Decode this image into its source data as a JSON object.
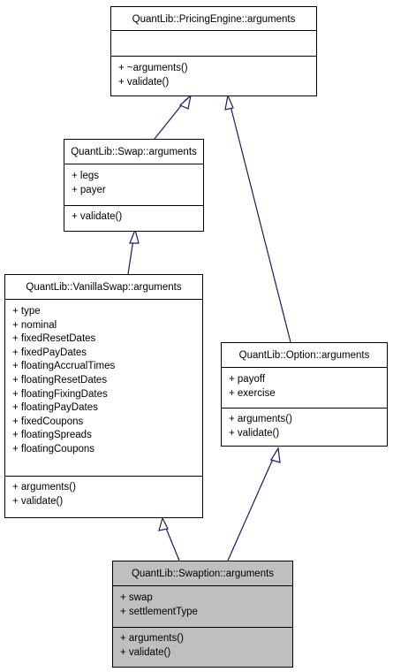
{
  "colors": {
    "edge": "#191970",
    "box_border": "#000000",
    "highlight_fill": "#bfbfbf"
  },
  "classes": {
    "pricing_engine": {
      "name": "QuantLib::PricingEngine::arguments",
      "attributes": [],
      "methods": [
        "+ ~arguments()",
        "+ validate()"
      ]
    },
    "swap": {
      "name": "QuantLib::Swap::arguments",
      "attributes": [
        "+ legs",
        "+ payer"
      ],
      "methods": [
        "+ validate()"
      ]
    },
    "vanilla_swap": {
      "name": "QuantLib::VanillaSwap::arguments",
      "attributes": [
        "+ type",
        "+ nominal",
        "+ fixedResetDates",
        "+ fixedPayDates",
        "+ floatingAccrualTimes",
        "+ floatingResetDates",
        "+ floatingFixingDates",
        "+ floatingPayDates",
        "+ fixedCoupons",
        "+ floatingSpreads",
        "+ floatingCoupons"
      ],
      "methods": [
        "+ arguments()",
        "+ validate()"
      ]
    },
    "option": {
      "name": "QuantLib::Option::arguments",
      "attributes": [
        "+ payoff",
        "+ exercise"
      ],
      "methods": [
        "+ arguments()",
        "+ validate()"
      ]
    },
    "swaption": {
      "name": "QuantLib::Swaption::arguments",
      "attributes": [
        "+ swap",
        "+ settlementType"
      ],
      "methods": [
        "+ arguments()",
        "+ validate()"
      ]
    }
  }
}
